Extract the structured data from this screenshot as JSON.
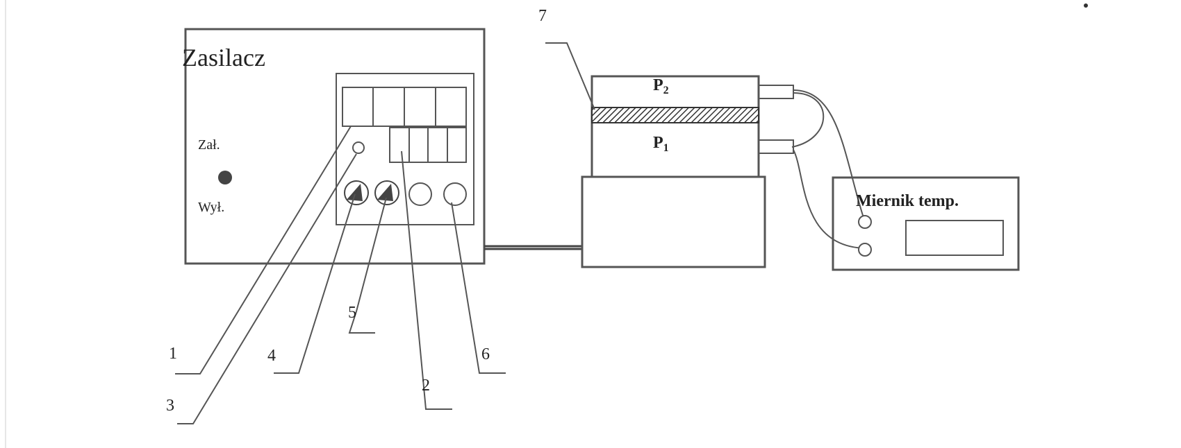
{
  "power_supply": {
    "title": "Zasilacz",
    "on_label": "Zał.",
    "off_label": "Wył."
  },
  "sample": {
    "top_plate": "P",
    "top_plate_sub": "2",
    "bottom_plate": "P",
    "bottom_plate_sub": "1"
  },
  "meter": {
    "title": "Miernik  temp."
  },
  "callouts": {
    "c1": "1",
    "c2": "2",
    "c3": "3",
    "c4": "4",
    "c5": "5",
    "c6": "6",
    "c7": "7"
  },
  "colors": {
    "stroke": "#555555",
    "knob": "#444444"
  }
}
